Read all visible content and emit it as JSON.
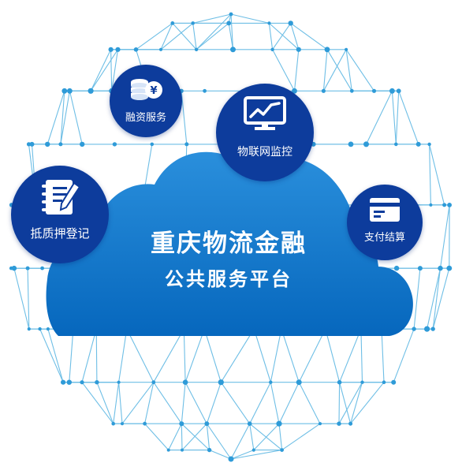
{
  "platform": {
    "title_line1": "重庆物流金融",
    "title_line2": "公共服务平台"
  },
  "services": [
    {
      "id": "financing",
      "label": "融资服务",
      "icon": "coins-yen-icon"
    },
    {
      "id": "iot",
      "label": "物联网监控",
      "icon": "monitor-chart-icon"
    },
    {
      "id": "pledge",
      "label": "抵质押登记",
      "icon": "notebook-pen-icon"
    },
    {
      "id": "payment",
      "label": "支付结算",
      "icon": "card-icon"
    }
  ],
  "colors": {
    "badge": "#0d3c9c",
    "cloud": "#0a72c9",
    "cloud_light": "#4aa6e6",
    "network": "#5fb8e3"
  }
}
